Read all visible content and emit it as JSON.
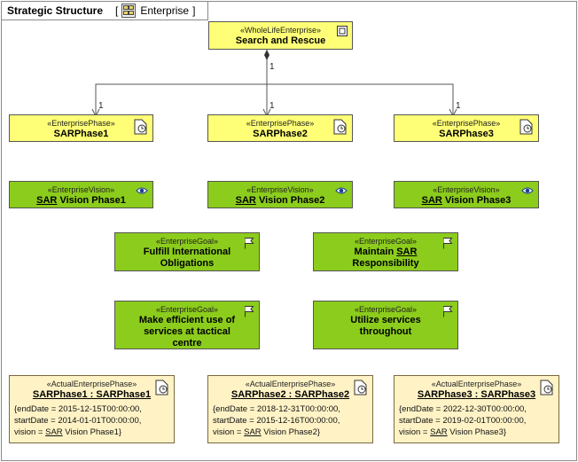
{
  "frame": {
    "title": "Strategic Structure",
    "bracket_open": "[",
    "bracket_close": "]",
    "context_icon": "diagram-icon",
    "context_label": "Enterprise"
  },
  "enterprise": {
    "stereotype": "«WholeLifeEnterprise»",
    "name": "Search and Rescue",
    "icon": "composite-structure-icon"
  },
  "multiplicities": {
    "source": "1",
    "phase1": "1",
    "phase2": "1",
    "phase3": "1"
  },
  "phases": [
    {
      "stereotype": "«EnterprisePhase»",
      "name": "SARPhase1",
      "icon": "clock-page-icon"
    },
    {
      "stereotype": "«EnterprisePhase»",
      "name": "SARPhase2",
      "icon": "clock-page-icon"
    },
    {
      "stereotype": "«EnterprisePhase»",
      "name": "SARPhase3",
      "icon": "clock-page-icon"
    }
  ],
  "visions": [
    {
      "stereotype": "«EnterpriseVision»",
      "link": "SAR",
      "rest": " Vision Phase1",
      "icon": "eye-icon"
    },
    {
      "stereotype": "«EnterpriseVision»",
      "link": "SAR",
      "rest": " Vision Phase2",
      "icon": "eye-icon"
    },
    {
      "stereotype": "«EnterpriseVision»",
      "link": "SAR",
      "rest": " Vision Phase3",
      "icon": "eye-icon"
    }
  ],
  "goals": [
    {
      "stereotype": "«EnterpriseGoal»",
      "lines": [
        "Fulfill International",
        "Obligations"
      ],
      "icon": "flag-icon"
    },
    {
      "stereotype": "«EnterpriseGoal»",
      "line1_pre": "Maintain ",
      "line1_link": "SAR",
      "line2": "Responsibility",
      "icon": "flag-icon"
    },
    {
      "stereotype": "«EnterpriseGoal»",
      "lines": [
        "Make efficient use of",
        "services at tactical",
        "centre"
      ],
      "icon": "flag-icon"
    },
    {
      "stereotype": "«EnterpriseGoal»",
      "lines": [
        "Utilize services",
        "throughout"
      ],
      "icon": "flag-icon"
    }
  ],
  "actual_phases": [
    {
      "stereotype": "«ActualEnterprisePhase»",
      "name": "SARPhase1 : SARPhase1",
      "end": "{endDate = 2015-12-15T00:00:00,",
      "start": "startDate = 2014-01-01T00:00:00,",
      "vision_pre": "vision = ",
      "vision_link": "SAR",
      "vision_post": " Vision Phase1}",
      "icon": "clock-page-icon"
    },
    {
      "stereotype": "«ActualEnterprisePhase»",
      "name": "SARPhase2 : SARPhase2",
      "end": "{endDate = 2018-12-31T00:00:00,",
      "start": "startDate = 2015-12-16T00:00:00,",
      "vision_pre": "vision = ",
      "vision_link": "SAR",
      "vision_post": " Vision Phase2}",
      "icon": "clock-page-icon"
    },
    {
      "stereotype": "«ActualEnterprisePhase»",
      "name": "SARPhase3 : SARPhase3",
      "end": "{endDate = 2022-12-30T00:00:00,",
      "start": "startDate = 2019-02-01T00:00:00,",
      "vision_pre": "vision = ",
      "vision_link": "SAR",
      "vision_post": " Vision Phase3}",
      "icon": "clock-page-icon"
    }
  ],
  "colors": {
    "phase_fill": "#ffff77",
    "vision_goal_fill": "#8ccc1c",
    "actual_fill": "#fff3c6",
    "edge": "#555555"
  }
}
